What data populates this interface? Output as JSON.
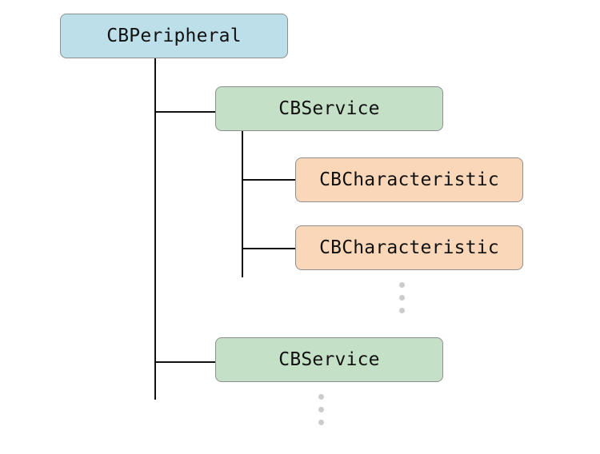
{
  "diagram": {
    "root": {
      "label": "CBPeripheral"
    },
    "services": [
      {
        "label": "CBService",
        "characteristics": [
          {
            "label": "CBCharacteristic"
          },
          {
            "label": "CBCharacteristic"
          }
        ],
        "more_characteristics": true
      },
      {
        "label": "CBService",
        "characteristics": [],
        "more_characteristics": false
      }
    ],
    "more_services": true,
    "colors": {
      "peripheral": "#bcdfe9",
      "service": "#c4e1c8",
      "characteristic": "#f9d7b8",
      "connector": "#111111",
      "ellipsis": "#cccccc",
      "border": "#8f8f8f"
    }
  }
}
